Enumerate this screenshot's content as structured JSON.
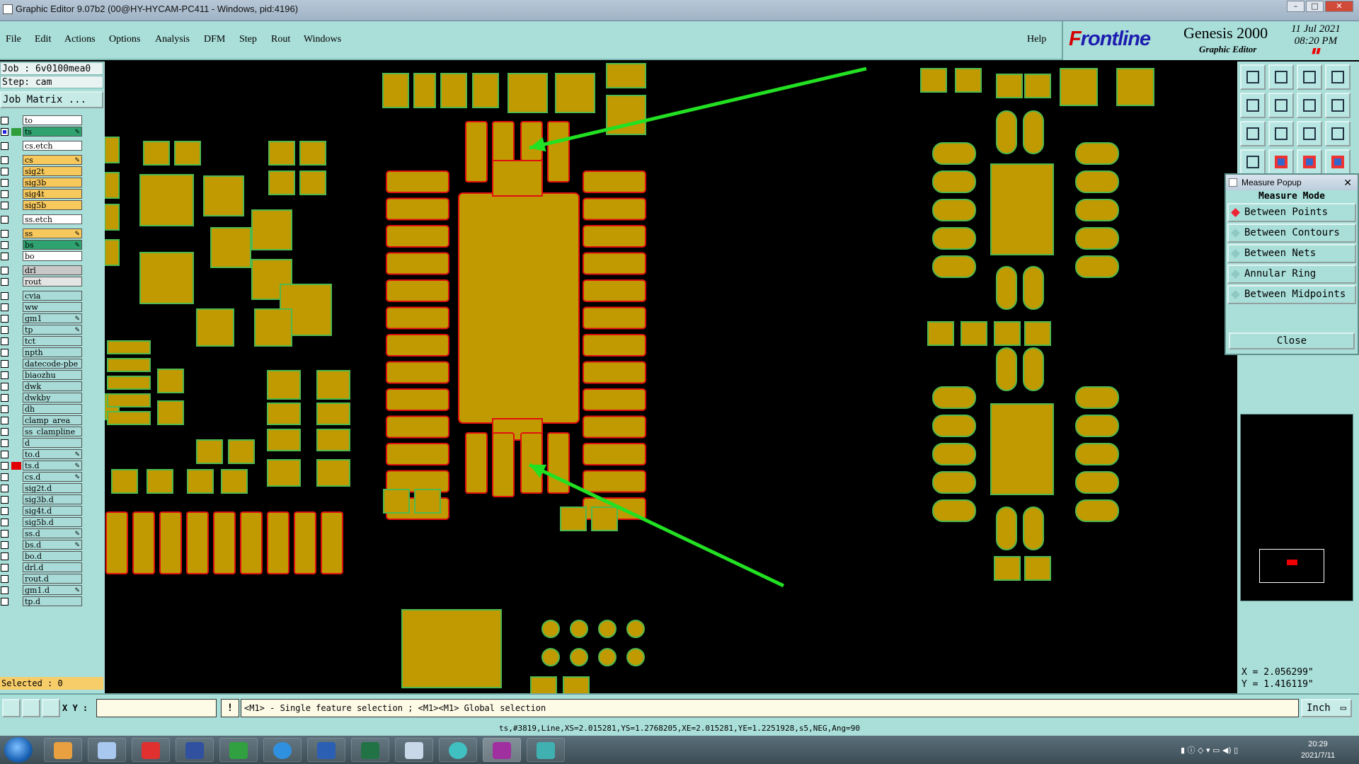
{
  "window": {
    "title": "Graphic Editor 9.07b2 (00@HY-HYCAM-PC411 - Windows, pid:4196)"
  },
  "menu": [
    "File",
    "Edit",
    "Actions",
    "Options",
    "Analysis",
    "DFM",
    "Step",
    "Rout",
    "Windows"
  ],
  "help": "Help",
  "brand": {
    "logo_a": "F",
    "logo_b": "rontline",
    "product": "Genesis 2000",
    "subtitle": "Graphic Editor",
    "date": "11 Jul 2021",
    "time": "08:20 PM"
  },
  "job": {
    "job_line": "Job : 6v0100mea0",
    "step_line": "Step: cam",
    "matrix_button": "Job Matrix ..."
  },
  "layers": [
    {
      "name": "to",
      "color": "#ffffff",
      "mark": ""
    },
    {
      "name": "ts",
      "color": "#2fa36f",
      "mark": "#2f9e3a",
      "cb": "blue",
      "edit": "yes"
    },
    {
      "name": "cs.etch",
      "color": "#ffffff"
    },
    {
      "name": "cs",
      "color": "#f7c85c",
      "edit": "yes"
    },
    {
      "name": "sig2t",
      "color": "#f7c85c"
    },
    {
      "name": "sig3b",
      "color": "#f7c85c"
    },
    {
      "name": "sig4t",
      "color": "#f7c85c"
    },
    {
      "name": "sig5b",
      "color": "#f7c85c"
    },
    {
      "name": "ss.etch",
      "color": "#ffffff"
    },
    {
      "name": "ss",
      "color": "#f7c85c",
      "edit": "yes"
    },
    {
      "name": "bs",
      "color": "#2fa36f",
      "edit": "yes"
    },
    {
      "name": "bo",
      "color": "#ffffff"
    },
    {
      "name": "drl",
      "color": "#c8c8c8"
    },
    {
      "name": "rout",
      "color": "#e4e4e4"
    },
    {
      "name": "cvia",
      "color": "#a9dcd8"
    },
    {
      "name": "ww",
      "color": "#a9dcd8"
    },
    {
      "name": "gm1",
      "color": "#a9dcd8",
      "edit": "yes"
    },
    {
      "name": "tp",
      "color": "#a9dcd8",
      "edit": "yes"
    },
    {
      "name": "tct",
      "color": "#a9dcd8"
    },
    {
      "name": "npth",
      "color": "#a9dcd8"
    },
    {
      "name": "datecode-pbe",
      "color": "#a9dcd8"
    },
    {
      "name": "biaozhu",
      "color": "#a9dcd8"
    },
    {
      "name": "dwk",
      "color": "#a9dcd8"
    },
    {
      "name": "dwkby",
      "color": "#a9dcd8"
    },
    {
      "name": "dh",
      "color": "#a9dcd8"
    },
    {
      "name": "clamp_area",
      "color": "#a9dcd8"
    },
    {
      "name": "ss_clampline",
      "color": "#a9dcd8"
    },
    {
      "name": "d",
      "color": "#a9dcd8"
    },
    {
      "name": "to.d",
      "color": "#a9dcd8",
      "edit": "yes"
    },
    {
      "name": "ts.d",
      "color": "#a9dcd8",
      "mark": "#e00000",
      "edit": "yes"
    },
    {
      "name": "cs.d",
      "color": "#a9dcd8",
      "edit": "yes"
    },
    {
      "name": "sig2t.d",
      "color": "#a9dcd8"
    },
    {
      "name": "sig3b.d",
      "color": "#a9dcd8"
    },
    {
      "name": "sig4t.d",
      "color": "#a9dcd8"
    },
    {
      "name": "sig5b.d",
      "color": "#a9dcd8"
    },
    {
      "name": "ss.d",
      "color": "#a9dcd8",
      "edit": "yes"
    },
    {
      "name": "bs.d",
      "color": "#a9dcd8",
      "edit": "yes"
    },
    {
      "name": "bo.d",
      "color": "#a9dcd8"
    },
    {
      "name": "drl.d",
      "color": "#a9dcd8"
    },
    {
      "name": "rout.d",
      "color": "#a9dcd8"
    },
    {
      "name": "gm1.d",
      "color": "#a9dcd8",
      "edit": "yes"
    },
    {
      "name": "tp.d",
      "color": "#a9dcd8"
    }
  ],
  "selected": "Selected : 0",
  "measure": {
    "title": "Measure Popup",
    "mode_label": "Measure Mode",
    "options": [
      "Between Points",
      "Between Contours",
      "Between Nets",
      "Annular Ring",
      "Between Midpoints"
    ],
    "selected_option": "Between Points",
    "close": "Close"
  },
  "coords": {
    "x": "X = 2.056299\"",
    "y": "Y = 1.416119\""
  },
  "bottom": {
    "xy_label": "X Y :",
    "xy_value": "",
    "prompt": "<M1> - Single feature selection ; <M1><M1> Global selection",
    "unit": "Inch"
  },
  "status": "ts,#3819,Line,XS=2.015281,YS=1.2768205,XE=2.015281,YE=1.2251928,s5,NEG,Ang=90",
  "clock": {
    "time": "20:29",
    "date": "2021/7/11"
  },
  "colors": {
    "pad": "#c09a00",
    "pad_edge": "#4fb84f",
    "pad_highlight": "#e01010",
    "arrow": "#22e022",
    "panel": "#a9ded9"
  }
}
